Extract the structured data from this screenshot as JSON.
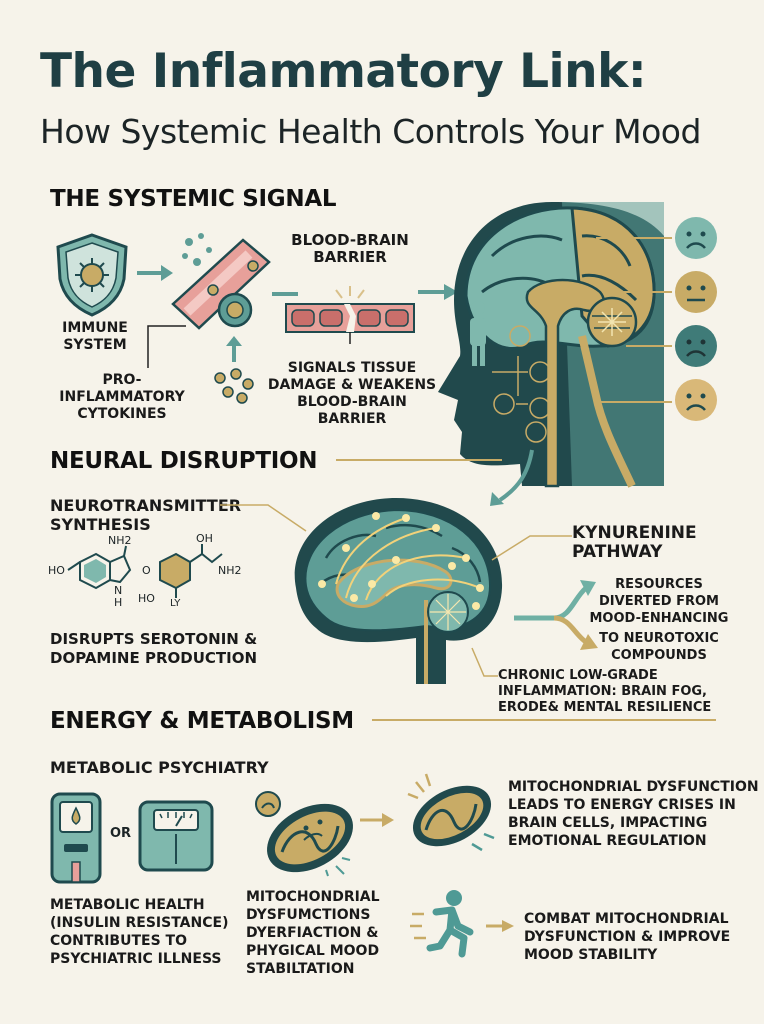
{
  "title": "The Inflammatory Link:",
  "subtitle": "How Systemic Health Controls Your Mood",
  "sections": {
    "systemic": {
      "heading": "THE SYSTEMIC SIGNAL",
      "immune_label": "IMMUNE\nSYSTEM",
      "cytokines_label": "PRO-INFLAMMATORY\nCYTOKINES",
      "bbb_label": "BLOOD-BRAIN\nBARRIER",
      "signals_label": "SIGNALS TISSUE\nDAMAGE & WEAKENS\nBLOOD-BRAIN BARRIER"
    },
    "neural": {
      "heading": "NEURAL DISRUPTION",
      "nt_label": "NEUROTRANSMITTER\nSYNTHESIS",
      "disrupts_label": "DISRUPTS SEROTONIN &\nDOPAMINE PRODUCTION",
      "kynurenine_label": "KYNURENINE\nPATHWAY",
      "resources_label": "RESOURCES\nDIVERTED FROM\nMOOD-ENHANCING",
      "neurotoxic_label": "TO NEUROTOXIC\nCOMPOUNDS",
      "chronic_label": "CHRONIC LOW-GRADE\nINFLAMMATION: BRAIN FOG,\nERODE& MENTAL RESILIENCE",
      "chem1": {
        "nh2": "NH2",
        "ho": "HO",
        "n": "N",
        "h": "H"
      },
      "chem2": {
        "oh": "OH",
        "nh2": "NH2",
        "o": "O",
        "ho": "HO",
        "ly": "LY"
      }
    },
    "energy": {
      "heading": "ENERGY & METABOLISM",
      "subheading": "METABOLIC PSYCHIATRY",
      "or_label": "OR",
      "metabolic_label": "METABOLIC HEALTH\n(INSULIN RESISTANCE)\nCONTRIBUTES TO\nPSYCHIATRIC ILLNESS",
      "mito_label": "MITOCHONDRIAL\nDYSFUMCTIONS\nDYERFIACTIOΝ &\nPHYGICAL MOOD\nSTABILTATION",
      "crisis_label": "MITOCHONDRIAL DYSFUNCTION\nLEADS TO ENERGY CRISES IN\nBRAIN CELLS, IMPACTING\nEMOTIONAL REGULATION",
      "combat_label": "COMBAT MITOCHONDRIAL\nDYSFUNCTION & IMPROVE\nMOOD STABILITY"
    }
  },
  "colors": {
    "teal_dark": "#1f4a4e",
    "teal": "#4f9a95",
    "teal_light": "#7fb8ad",
    "tan": "#c8ab66",
    "pink": "#e7a09a",
    "cream": "#f6f3ea"
  }
}
